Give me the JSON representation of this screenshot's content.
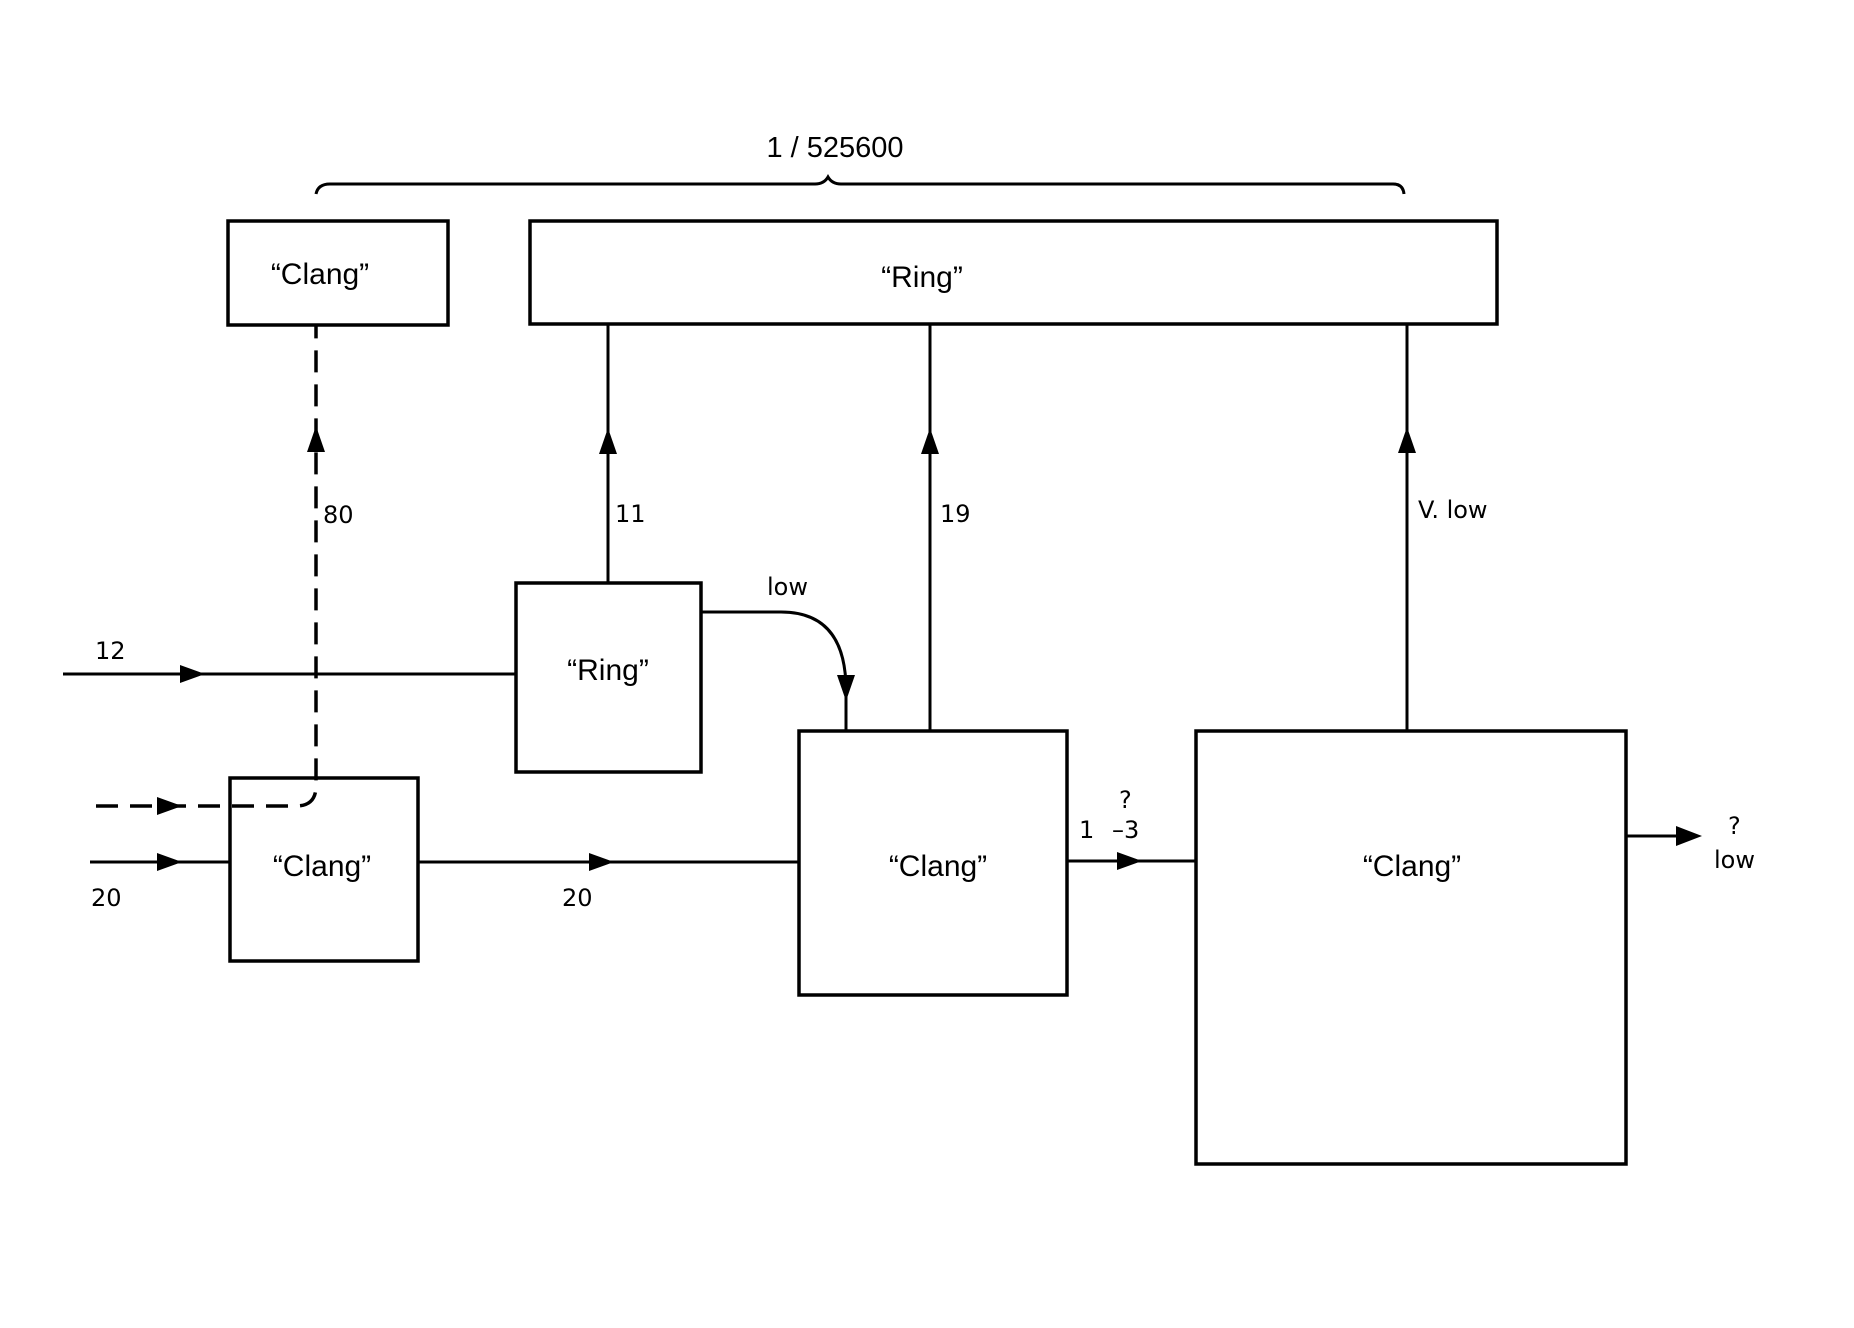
{
  "diagram": {
    "title": "1 / 525600",
    "boxes": {
      "clang_top": "“Clang”",
      "ring_top": "“Ring”",
      "ring_mid": "“Ring”",
      "clang_input": "“Clang”",
      "clang_middle": "“Clang”",
      "clang_output": "“Clang”"
    },
    "labels": {
      "input_12": "12",
      "input_20": "20",
      "flow_20": "20",
      "flow_80": "80",
      "flow_11": "11",
      "flow_19": "19",
      "flow_low": "low",
      "flow_vlow": "V. low",
      "flow_1": "1",
      "flow_q1": "?",
      "flow_minus3": "–3",
      "out_q": "?",
      "out_low": "low"
    }
  }
}
